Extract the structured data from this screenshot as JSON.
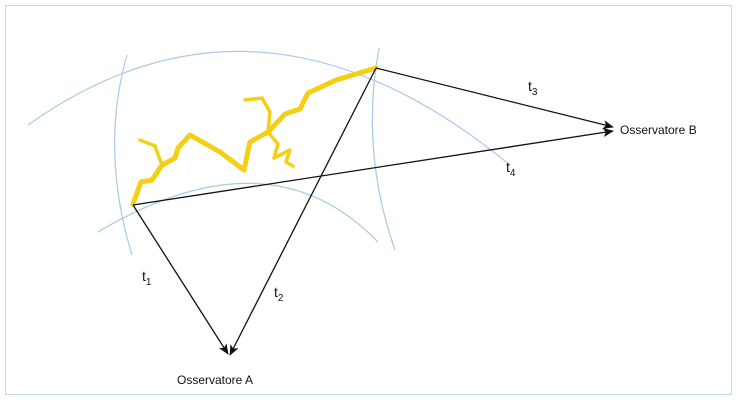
{
  "observers": {
    "a": "Osservatore A",
    "b": "Osservatore B"
  },
  "times": [
    {
      "var": "t",
      "sub": "1"
    },
    {
      "var": "t",
      "sub": "2"
    },
    {
      "var": "t",
      "sub": "3"
    },
    {
      "var": "t",
      "sub": "4"
    }
  ],
  "colors": {
    "frame": "#c4dcec",
    "arcs": "#a9c8e8",
    "lightning": "#f4cf14",
    "arrows": "#111111"
  }
}
